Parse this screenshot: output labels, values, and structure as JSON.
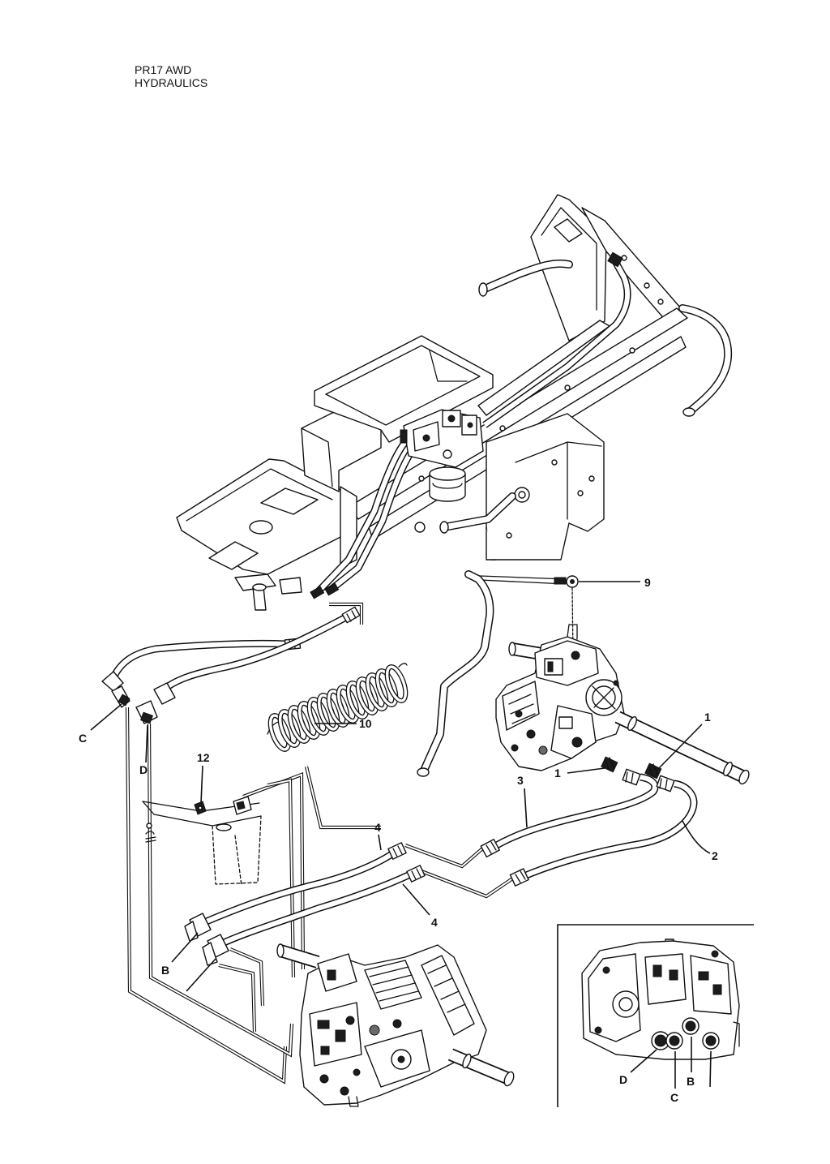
{
  "title": {
    "model": "PR17 AWD",
    "section": "HYDRAULICS"
  },
  "callouts": {
    "part_9": "9",
    "part_10": "10",
    "part_1_upper": "1",
    "part_1_lower": "1",
    "part_2": "2",
    "part_3": "3",
    "part_4_upper": "4",
    "part_4_lower": "4",
    "part_12": "12",
    "connection_c": "C",
    "connection_d": "D",
    "connection_b": "B"
  },
  "inset": {
    "port_d": "D",
    "port_c": "C",
    "port_b": "B"
  }
}
